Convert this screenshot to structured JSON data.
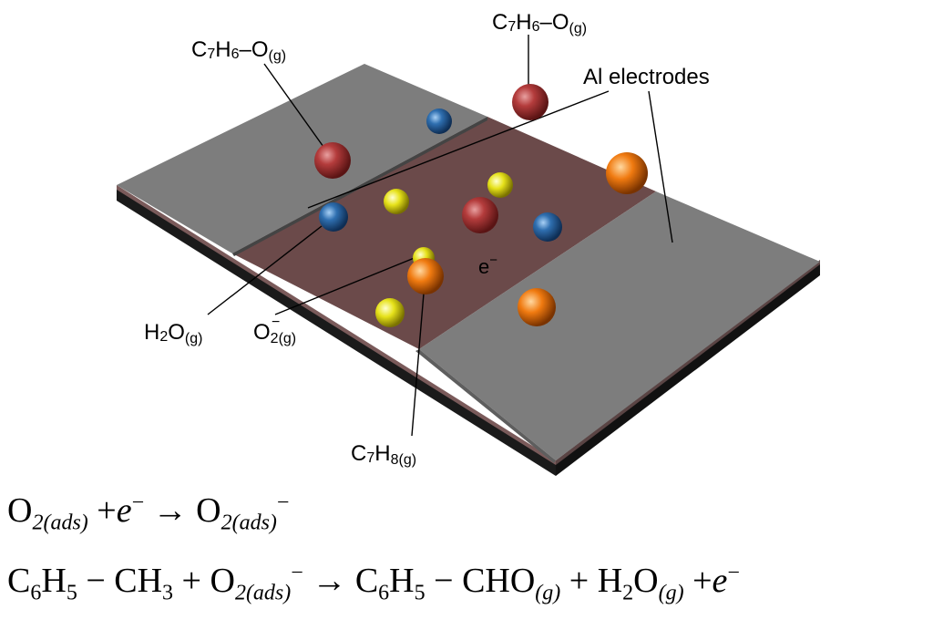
{
  "labels": {
    "c7h6o_left": {
      "main": "C",
      "s1": "7",
      "m2": "H",
      "s2": "6",
      "m3": "–O",
      "s3": "(g)"
    },
    "c7h6o_top": {
      "main": "C",
      "s1": "7",
      "m2": "H",
      "s2": "6",
      "m3": "–O",
      "s3": "(g)"
    },
    "al_electrodes": "Al electrodes",
    "electron": "e",
    "electron_sup": "−",
    "h2o": {
      "m1": "H",
      "s1": "2",
      "m2": "O",
      "s2": "(g)"
    },
    "o2": {
      "m1": "O",
      "s1": "2(g)",
      "sup": "−"
    },
    "c7h8": {
      "m1": "C",
      "s1": "7",
      "m2": "H",
      "s2": "8(g)"
    }
  },
  "equations": {
    "eq1": {
      "o_left": "O",
      "sub_left": "2(ads)",
      "plus": "+",
      "e": "e",
      "e_sup": "−",
      "arrow": "→",
      "o_right": "O",
      "sub_right": "2(ads)",
      "sup_right": "−"
    },
    "eq2": {
      "c1": "C",
      "c1s": "6",
      "h1": "H",
      "h1s": "5",
      "dash1": "−",
      "ch3": "CH",
      "ch3s": "3",
      "plus1": "+",
      "o2": "O",
      "o2s": "2(ads)",
      "o2sup": "−",
      "arrow": "→",
      "c2": "C",
      "c2s": "6",
      "h2": "H",
      "h2s": "5",
      "dash2": "−",
      "cho": "CHO",
      "chos": "(g)",
      "plus2": "+",
      "h2o": "H",
      "h2os": "2",
      "h2o_o": "O",
      "h2o_s": "(g)",
      "plus3": "+",
      "e": "e",
      "esup": "−"
    }
  },
  "colors": {
    "electrode": "#7d7d7d",
    "electrode_edge": "#5e5e5e",
    "film": "#6b4a4a",
    "substrate": "#1a1a1a",
    "red_molecule": "#b43c3c",
    "blue_molecule": "#2f6fb0",
    "yellow_molecule": "#e6e21a",
    "orange_molecule": "#f07a10"
  }
}
